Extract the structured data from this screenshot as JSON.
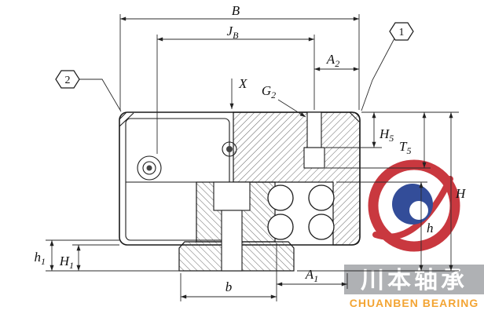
{
  "diagram": {
    "type": "technical-drawing",
    "subject": "linear-guideway-carriage-cross-section",
    "balloons": {
      "b1": "1",
      "b2": "2"
    },
    "dims": {
      "B": {
        "main": "B",
        "sub": ""
      },
      "JB": {
        "main": "J",
        "sub": "B"
      },
      "A2": {
        "main": "A",
        "sub": "2"
      },
      "X": {
        "main": "X",
        "sub": ""
      },
      "G2": {
        "main": "G",
        "sub": "2"
      },
      "H5": {
        "main": "H",
        "sub": "5"
      },
      "T5": {
        "main": "T",
        "sub": "5"
      },
      "H": {
        "main": "H",
        "sub": ""
      },
      "h": {
        "main": "h",
        "sub": ""
      },
      "h1": {
        "main": "h",
        "sub": "1"
      },
      "H1": {
        "main": "H",
        "sub": "1"
      },
      "b": {
        "main": "b",
        "sub": ""
      },
      "A1": {
        "main": "A",
        "sub": "1"
      }
    }
  },
  "watermark": {
    "brand_cn": "川本轴承",
    "brand_en": "CHUANBEN BEARING",
    "colors": {
      "red": "#c4232b",
      "blue": "#1e3a8f",
      "gray": "#a7a9ac",
      "orange": "#f29b1d",
      "white": "#ffffff"
    }
  }
}
